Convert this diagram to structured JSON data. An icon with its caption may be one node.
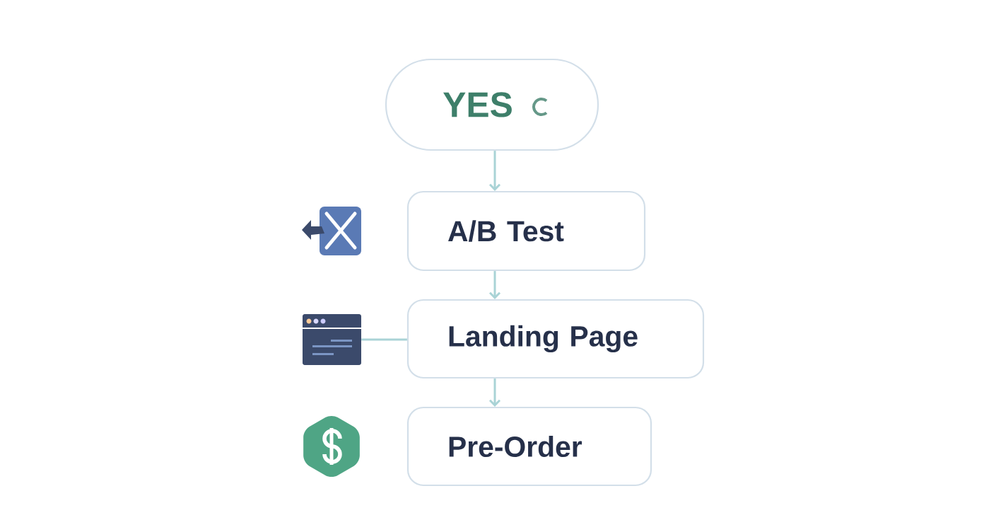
{
  "diagram": {
    "nodes": [
      {
        "text": [
          "YES"
        ]
      },
      {
        "text": [
          "A/B Test"
        ]
      },
      {
        "text": [
          "Landing Page"
        ]
      },
      {
        "text": [
          "Pre-Order"
        ]
      },
      {
        "text": [],
        "shape": "picture"
      }
    ],
    "edges": [
      {
        "from": 0,
        "to": 1,
        "arrow": "to"
      },
      {
        "from": 1,
        "to": 2,
        "arrow": "to"
      },
      {
        "from": 2,
        "to": 3,
        "arrow": "to"
      },
      {
        "from": 4,
        "to": 2,
        "arrow": "none"
      }
    ]
  }
}
